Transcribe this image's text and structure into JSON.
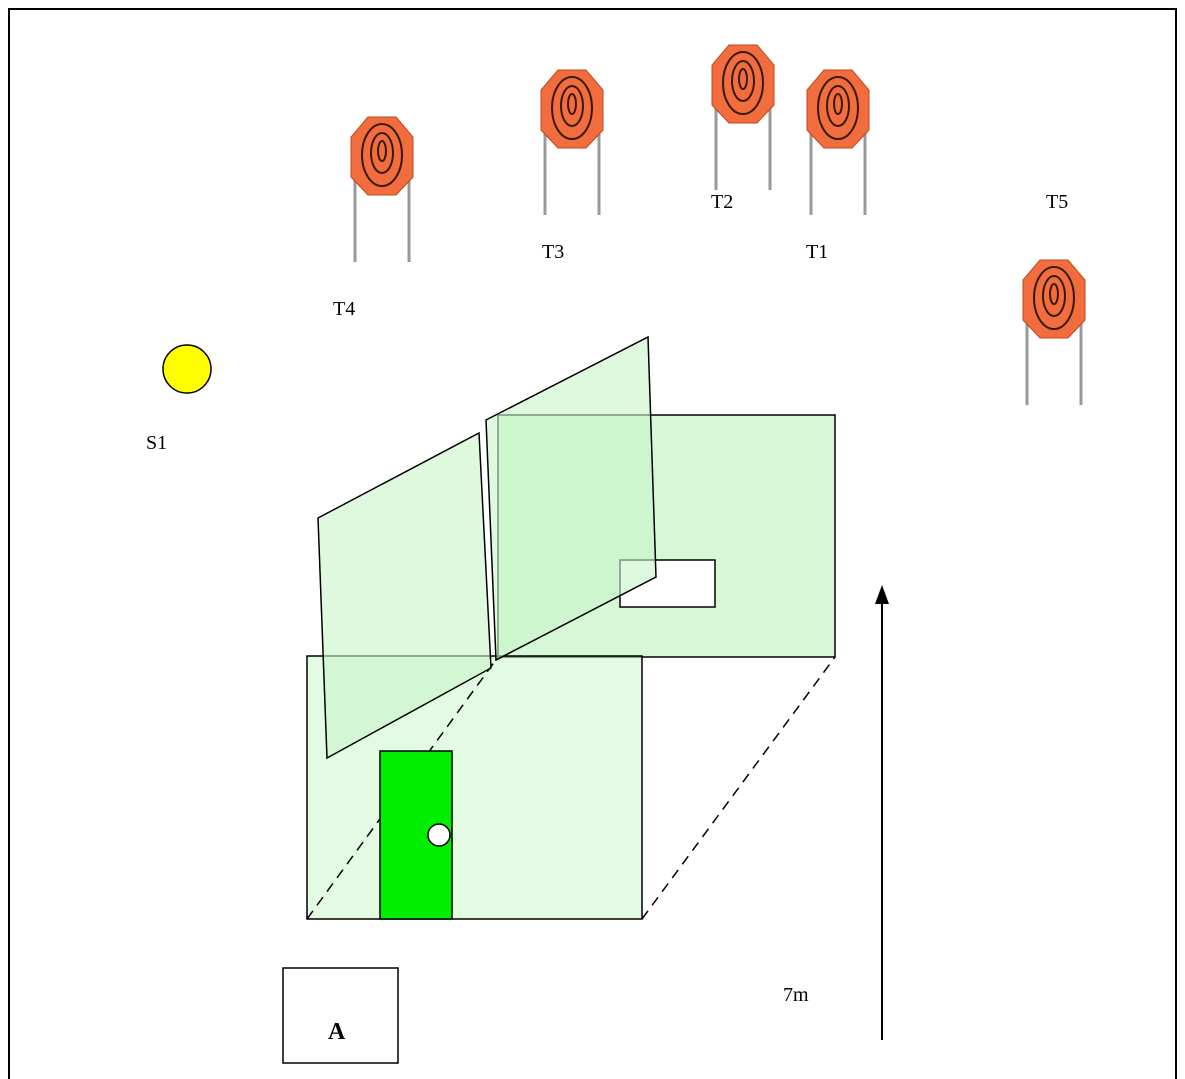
{
  "targets": [
    {
      "id": "T1",
      "label": "T1"
    },
    {
      "id": "T2",
      "label": "T2"
    },
    {
      "id": "T3",
      "label": "T3"
    },
    {
      "id": "T4",
      "label": "T4"
    },
    {
      "id": "T5",
      "label": "T5"
    }
  ],
  "start_marker": {
    "label": "S1",
    "color": "#ffff00"
  },
  "area": {
    "label": "A"
  },
  "distance": {
    "label": "7m"
  },
  "colors": {
    "target_orange": "#f26d3d",
    "wall_fill": "#c8f5c8",
    "door_fill": "#00ee00",
    "ink": "#000000"
  },
  "icons": {
    "target": "steel-plate-target-icon",
    "start": "start-position-circle-icon",
    "arrow": "up-arrow-icon"
  }
}
